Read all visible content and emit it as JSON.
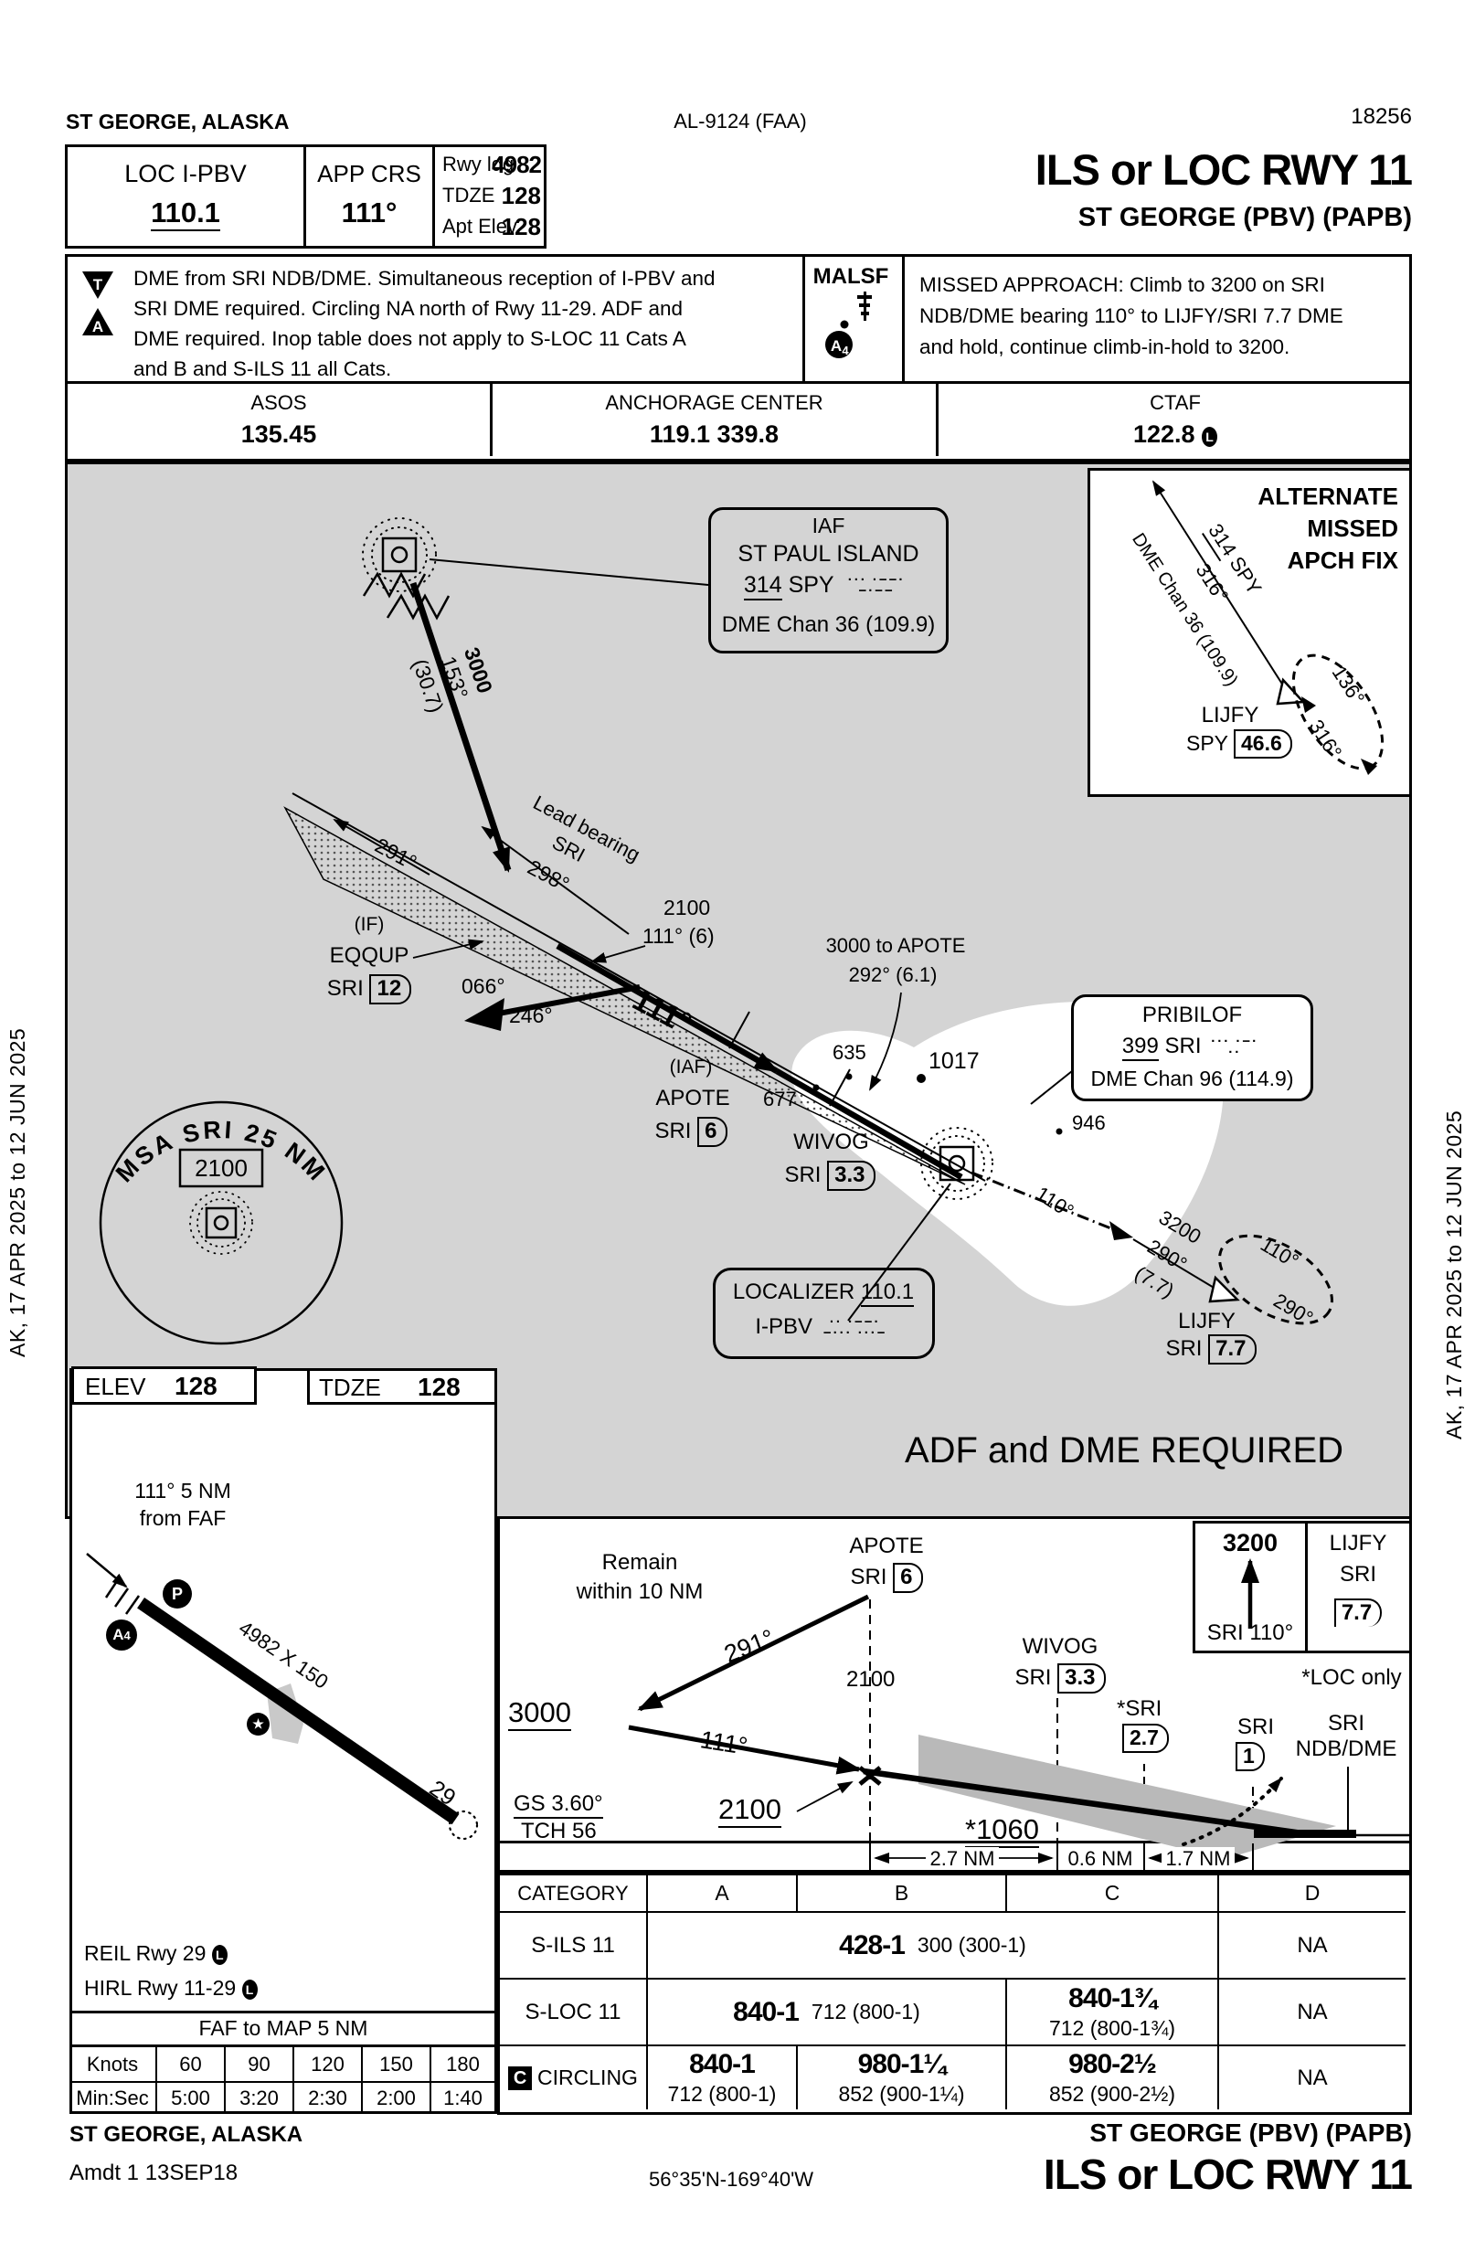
{
  "sidebar": {
    "left": "AK,  17 APR 2025  to  12 JUN 2025",
    "right": "AK,  17 APR 2025  to  12 JUN 2025"
  },
  "header": {
    "city": "ST GEORGE, ALASKA",
    "chart_code": "AL-9124 (FAA)",
    "chart_number": "18256",
    "loc_label": "LOC  I-PBV",
    "loc_freq": "110.1",
    "app_crs_label": "APP CRS",
    "app_crs_value": "111°",
    "rwy_ldg_label": "Rwy ldg",
    "rwy_ldg_value": "4982",
    "tdze_label": "TDZE",
    "tdze_value": "128",
    "apt_elev_label": "Apt Elev",
    "apt_elev_value": "128",
    "procedure_title": "ILS or LOC RWY 11",
    "airport_name": "ST GEORGE  (PBV) (PAPB)"
  },
  "briefing": {
    "t_icon": "T",
    "a_icon": "A",
    "notes_line1": "DME from SRI NDB/DME.  Simultaneous reception of I-PBV and",
    "notes_line2": "SRI DME required.  Circling NA north of Rwy 11-29.  ADF and",
    "notes_line3": "DME required.  Inop table does not apply to S-LOC 11 Cats A",
    "notes_line4": "and B and S-ILS 11 all Cats.",
    "malsf_label": "MALSF",
    "malsf_icon_letter": "A",
    "malsf_icon_num": "4",
    "missed_line1": "MISSED APPROACH:  Climb to 3200 on SRI",
    "missed_line2": "NDB/DME bearing 110° to LIJFY/SRI 7.7 DME",
    "missed_line3": "and hold, continue climb-in-hold to 3200."
  },
  "freqs": {
    "asos_label": "ASOS",
    "asos_value": "135.45",
    "center_label": "ANCHORAGE CENTER",
    "center_value": "119.1  339.8",
    "ctaf_label": "CTAF",
    "ctaf_value": "122.8",
    "ctaf_light": "L"
  },
  "plan": {
    "alt_missed_1": "ALTERNATE",
    "alt_missed_2": "MISSED",
    "alt_missed_3": "APCH FIX",
    "alt_freq": "314",
    "alt_ident": "SPY",
    "alt_316_out": "316°",
    "alt_dme": "DME Chan 36 (109.9)",
    "alt_136": "136°",
    "alt_316_in": "316°",
    "alt_fix_name": "LIJFY",
    "alt_fix_ident": "SPY",
    "alt_fix_dist": "46.6",
    "iaf_label": "IAF",
    "iaf_name": "ST PAUL ISLAND",
    "iaf_freq": "314",
    "iaf_ident": "SPY",
    "iaf_morse": "··· ·−−· −·−−",
    "iaf_dme": "DME Chan 36 (109.9)",
    "route1_alt": "3000",
    "route1_crs": "153°",
    "route1_dist": "(30.7)",
    "crs_291": "291°",
    "lead_1": "Lead bearing",
    "lead_2": "SRI",
    "lead_3": "298°",
    "seg_alt": "2100",
    "seg_crs": "111° (6)",
    "if_label": "(IF)",
    "if_name": "EQQUP",
    "if_fix": "SRI",
    "if_dist": "12",
    "pt_066": "066°",
    "pt_246": "246°",
    "fac": "111°",
    "apote_route_1": "3000 to APOTE",
    "apote_route_2": "292° (6.1)",
    "iaf2_label": "(IAF)",
    "iaf2_name": "APOTE",
    "iaf2_fix": "SRI",
    "iaf2_dist": "6",
    "spot_635": "635",
    "spot_677": "677",
    "spot_1017": "1017",
    "spot_946": "946",
    "wivog_name": "WIVOG",
    "wivog_fix": "SRI",
    "wivog_dist": "3.3",
    "pribilof_name": "PRIBILOF",
    "pribilof_freq": "399",
    "pribilof_ident": "SRI",
    "pribilof_morse": "··· ·−· ··",
    "pribilof_dme": "DME Chan 96 (114.9)",
    "missed_110": "110°",
    "missed_3200": "3200",
    "missed_290": "290°",
    "missed_dist": "(7.7)",
    "hold_110": "110°",
    "hold_290": "290°",
    "lijfy_name": "LIJFY",
    "lijfy_fix": "SRI",
    "lijfy_dist": "7.7",
    "loc_label": "LOCALIZER",
    "loc_freq": "110.1",
    "loc_ident": "I-PBV",
    "loc_morse": "·· ·−−· −··· ···−",
    "msa_arc": "MSA SRI 25 NM",
    "msa_alt": "2100",
    "adf_dme": "ADF and DME REQUIRED"
  },
  "sketch": {
    "elev_label": "ELEV",
    "elev_value": "128",
    "tdze_label": "TDZE",
    "tdze_value": "128",
    "faf_note_1": "111° 5 NM",
    "faf_note_2": "from FAF",
    "rwy_dims": "4982 X 150",
    "rwy_29": "29",
    "parking_icon": "P",
    "a4_letter": "A",
    "a4_num": "4",
    "beacon_icon": "★",
    "reil": "REIL Rwy 29",
    "hirl": "HIRL Rwy 11-29",
    "light_letter": "L",
    "faf_map": "FAF to MAP  5 NM",
    "time_table": {
      "knots_label": "Knots",
      "minsec_label": "Min:Sec",
      "knots": [
        "60",
        "90",
        "120",
        "150",
        "180"
      ],
      "times": [
        "5:00",
        "3:20",
        "2:30",
        "2:00",
        "1:40"
      ]
    }
  },
  "profile": {
    "remain_1": "Remain",
    "remain_2": "within 10 NM",
    "apote": "APOTE",
    "apote_fix": "SRI",
    "apote_dist": "6",
    "alt_3000": "3000",
    "crs_291": "291°",
    "crs_111": "111°",
    "alt_2100_apote": "2100",
    "gs_intercept": "2100",
    "gs": "GS 3.60°",
    "tch": "TCH 56",
    "wivog": "WIVOG",
    "wivog_fix": "SRI",
    "wivog_dist": "3.3",
    "sri27": "*SRI",
    "sri27_dist": "2.7",
    "sri1": "SRI",
    "sri1_dist": "1",
    "ndb_1": "SRI",
    "ndb_2": "NDB/DME",
    "mda": "*1060",
    "box_3200": "3200",
    "box_3200_crs": "SRI 110°",
    "box_lijfy": "LIJFY",
    "box_lijfy_fix": "SRI",
    "box_lijfy_dist": "7.7",
    "loc_only": "*LOC only",
    "d_27": "2.7 NM",
    "d_06": "0.6 NM",
    "d_17": "1.7 NM"
  },
  "minimums": {
    "category_label": "CATEGORY",
    "cats": [
      "A",
      "B",
      "C",
      "D"
    ],
    "rows": [
      {
        "label": "S-ILS 11",
        "abc_main": "428-1",
        "abc_sub": "300 (300-1)",
        "d": "NA"
      },
      {
        "label": "S-LOC 11",
        "ab_main": "840-1",
        "ab_sub": "712 (800-1)",
        "c_main": "840-1¾",
        "c_sub": "712 (800-1¾)",
        "d": "NA"
      },
      {
        "label": "CIRCLING",
        "c_icon": "C",
        "a_main": "840-1",
        "a_sub": "712 (800-1)",
        "b_main": "980-1¼",
        "b_sub": "852 (900-1¼)",
        "c_main": "980-2½",
        "c_sub": "852 (900-2½)",
        "d": "NA"
      }
    ]
  },
  "footer": {
    "city": "ST GEORGE, ALASKA",
    "amdt": "Amdt 1  13SEP18",
    "coords": "56°35'N-169°40'W",
    "airport_name": "ST GEORGE  (PBV) (PAPB)",
    "procedure_title": "ILS or LOC RWY 11"
  }
}
